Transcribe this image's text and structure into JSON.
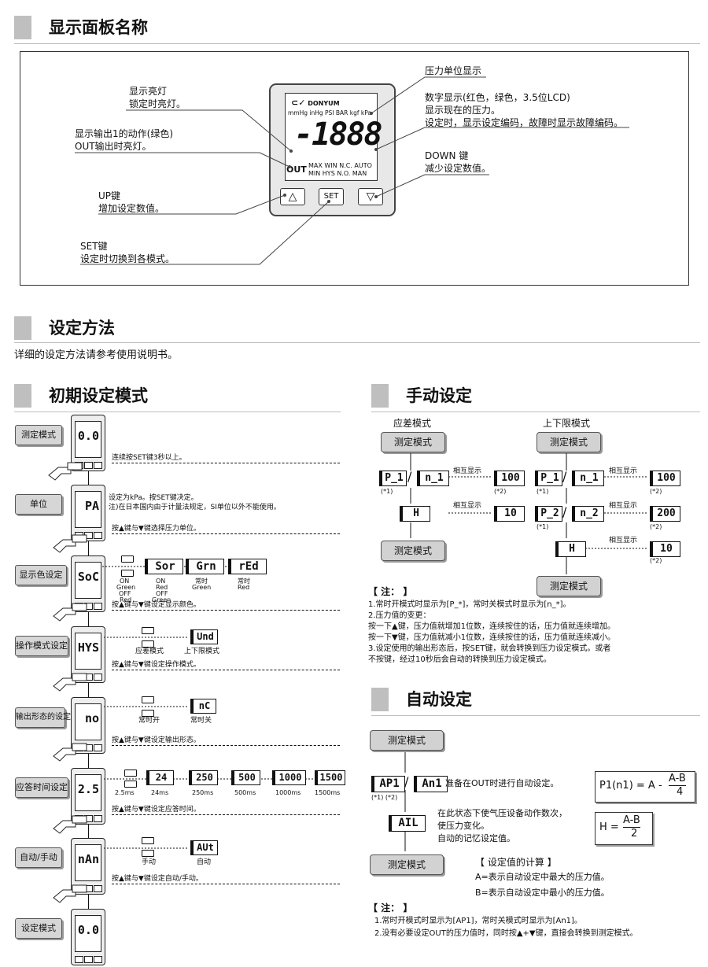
{
  "sections": {
    "panel": "显示面板名称",
    "method": "设定方法",
    "initial": "初期设定模式",
    "manual": "手动设定",
    "auto": "自动设定"
  },
  "panel": {
    "brand": "DONYUM",
    "units_row": "mmHg inHg PSI BAR kgf kPa",
    "digits": "-1888",
    "out": "OUT",
    "modes_top": "MAX  WIN  N.C. AUTO",
    "modes_bottom": "MIN   HYS  N.O. MAN",
    "set_btn": "SET",
    "callouts": {
      "lock_1": "显示亮灯",
      "lock_2": "锁定时亮灯。",
      "out1_1": "显示输出1的动作(绿色)",
      "out1_2": "OUT输出时亮灯。",
      "up_1": "UP键",
      "up_2": "增加设定数值。",
      "set_1": "SET键",
      "set_2": "设定时切换到各模式。",
      "unit": "压力单位显示",
      "digital_1": "数字显示(红色，绿色，3.5位LCD)",
      "digital_2": "显示现在的压力。",
      "digital_3": "设定时，显示设定编码，故障时显示故障编码。",
      "down_1": "DOWN 键",
      "down_2": "减少设定数值。"
    }
  },
  "method_text": "详细的设定方法请参考使用说明书。",
  "initial": {
    "steps": [
      {
        "label": "测定模式",
        "lcd": "0.0"
      },
      {
        "label": "单位",
        "lcd": "PA"
      },
      {
        "label": "显示色设定",
        "lcd": "SoC"
      },
      {
        "label": "操作模式设定",
        "lcd": "HYS"
      },
      {
        "label": "输出形态的设定",
        "lcd": "no"
      },
      {
        "label": "应答时间设定",
        "lcd": "2.5"
      },
      {
        "label": "自动/手动",
        "lcd": "nAn"
      },
      {
        "label": "设定模式",
        "lcd": "0.0"
      }
    ],
    "hold_set": "连续按SET键3秒以上。",
    "unit_note_1": "设定为kPa。按SET键决定。",
    "unit_note_2": "注)在日本国内由于计量法规定，SI单位以外不能使用。",
    "unit_select": "按▲键与▼键选择压力单位。",
    "color": {
      "options": [
        "Sor",
        "Grn",
        "rEd"
      ],
      "cap1": [
        "ON",
        "Green",
        "OFF",
        "Red"
      ],
      "cap2": [
        "ON",
        "Red",
        "OFF",
        "Green"
      ],
      "cap3": [
        "常时",
        "Green"
      ],
      "cap4": [
        "常时",
        "Red"
      ],
      "instr": "按▲键与▼键设定显示颜色。"
    },
    "op": {
      "alt": "Und",
      "cap1": "应差模式",
      "cap2": "上下限模式",
      "instr": "按▲键与▼键设定操作模式。"
    },
    "outform": {
      "alt": "nC",
      "cap1": "常时开",
      "cap2": "常时关",
      "instr": "按▲键与▼键设定输出形态。"
    },
    "resp": {
      "values": [
        "24",
        "250",
        "500",
        "1000",
        "1500"
      ],
      "caps": [
        "2.5ms",
        "24ms",
        "250ms",
        "500ms",
        "1000ms",
        "1500ms"
      ],
      "instr": "按▲键与▼键设定应答时间。"
    },
    "automan": {
      "alt": "AUt",
      "cap1": "手动",
      "cap2": "自动",
      "instr": "按▲键与▼键设定自动/手动。"
    }
  },
  "manual": {
    "col1_title": "应差模式",
    "col2_title": "上下限模式",
    "measure": "测定模式",
    "mutual": "相互显示",
    "p1": "P_1",
    "n1": "n_1",
    "p2": "P_2",
    "n2": "n_2",
    "h": "H",
    "v100": "100",
    "v10": "10",
    "v200": "200",
    "foot1": "(*1)",
    "foot2": "(*2)",
    "notes_title": "【 注： 】",
    "notes": [
      "1.常时开模式时显示为[P_*]，常时关模式时显示为[n_*]。",
      "2.压力值的变更：",
      "按一下▲键，压力值就增加1位数，连续按住的话，压力值就连续增加。",
      "按一下▼键，压力值就减小1位数，连续按住的话，压力值就连续减小。",
      "3.设定使用的输出形态后，按SET键，就会转换到压力设定模式。或者",
      "  不按键，经过10秒后会自动的转换到压力设定模式。"
    ]
  },
  "auto": {
    "measure": "测定模式",
    "ap1": "AP1",
    "an1": "An1",
    "ready": "准备在OUT时进行自动设定。",
    "ail": "AIL",
    "desc": [
      "在此状态下使气压设备动作数次，",
      "使压力变化。",
      "自动的记忆设定值。"
    ],
    "calc_title": "【 设定值的计算 】",
    "calc_a": "A=表示自动设定中最大的压力值。",
    "calc_b": "B=表示自动设定中最小的压力值。",
    "formula1_left": "P1(n1) = A -",
    "formula1_num": "A-B",
    "formula1_den": "4",
    "formula2_left": "H =",
    "formula2_num": "A-B",
    "formula2_den": "2",
    "notes_title": "【 注： 】",
    "notes": [
      "1.常时开模式时显示为[AP1]，常时关模式时显示为[An1]。",
      "2.没有必要设定OUT的压力值时，同时按▲+▼键，直接会转换到测定模式。"
    ]
  }
}
